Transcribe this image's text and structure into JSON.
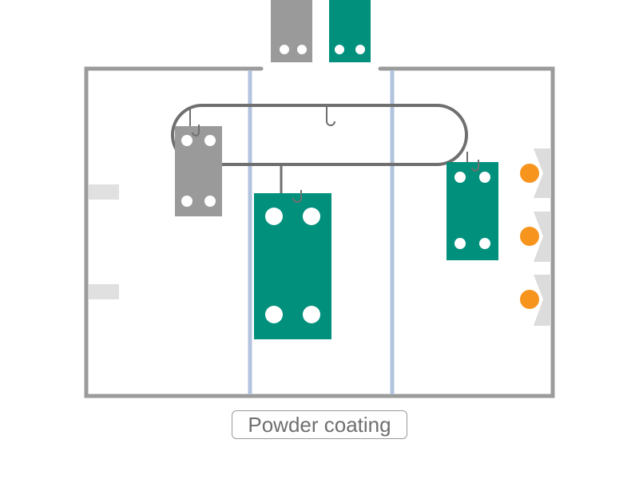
{
  "caption": "Powder coating",
  "colors": {
    "booth_wall": "#9b9b9b",
    "divider": "#b2c3de",
    "conveyor": "#6f6f6f",
    "part_gray": "#9a9a9a",
    "part_teal": "#00907c",
    "hole": "#ffffff",
    "spray_nozzle": "#f7941d",
    "emitter": "#dcdcdc",
    "wall_vent": "#e0e0e0",
    "caption_border": "#9a9a9a",
    "caption_text": "#6f6f6f"
  },
  "icons": {
    "part": "rectangular-panel-with-holes",
    "hook": "conveyor-hook",
    "nozzle": "spray-gun-nozzle"
  }
}
